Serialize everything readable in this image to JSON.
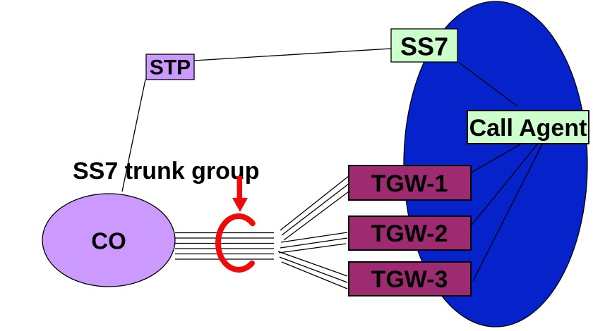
{
  "diagram": {
    "nodes": {
      "stp": "STP",
      "ss7": "SS7",
      "call_agent": "Call Agent",
      "co": "CO",
      "tgw_1": "TGW-1",
      "tgw_2": "TGW-2",
      "tgw_3": "TGW-3"
    },
    "annotations": {
      "trunk_group": "SS7 trunk group"
    },
    "colors": {
      "cloud_blue": "#0623CB",
      "node_purple": "#CC99FF",
      "node_green": "#CCFFCC",
      "node_magenta": "#9E2B72",
      "accent_red": "#EF0A0A",
      "line_black": "#000000"
    }
  }
}
